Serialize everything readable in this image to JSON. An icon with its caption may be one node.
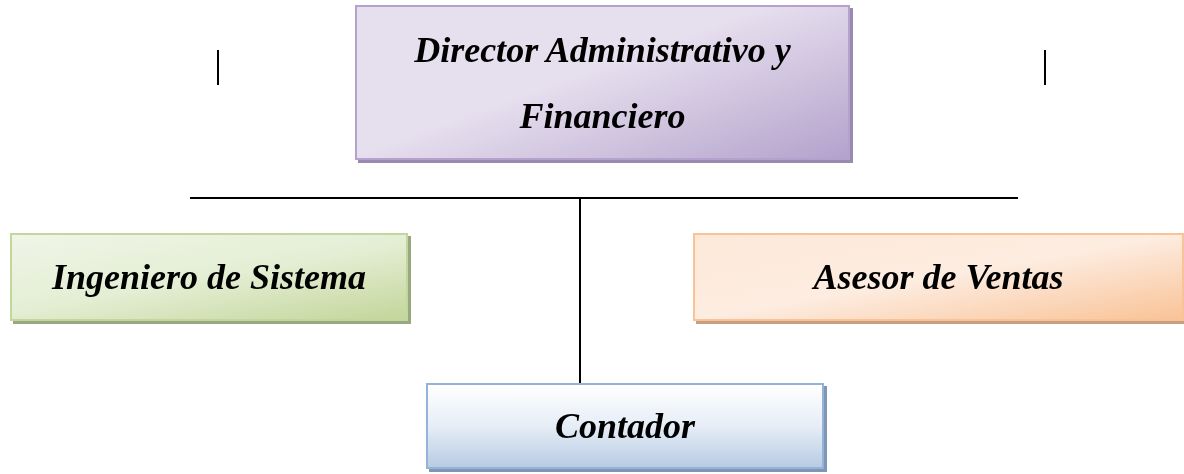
{
  "diagram": {
    "nodes": [
      {
        "text": [
          "Director Administrativo y Financiero"
        ]
      },
      {
        "text": [
          "Ingeniero de Sistema"
        ]
      },
      {
        "text": [
          "Asesor de Ventas"
        ]
      },
      {
        "text": [
          "Contador"
        ]
      }
    ],
    "edges": [
      {
        "from": null,
        "to": 3,
        "arrow": "none"
      }
    ]
  }
}
